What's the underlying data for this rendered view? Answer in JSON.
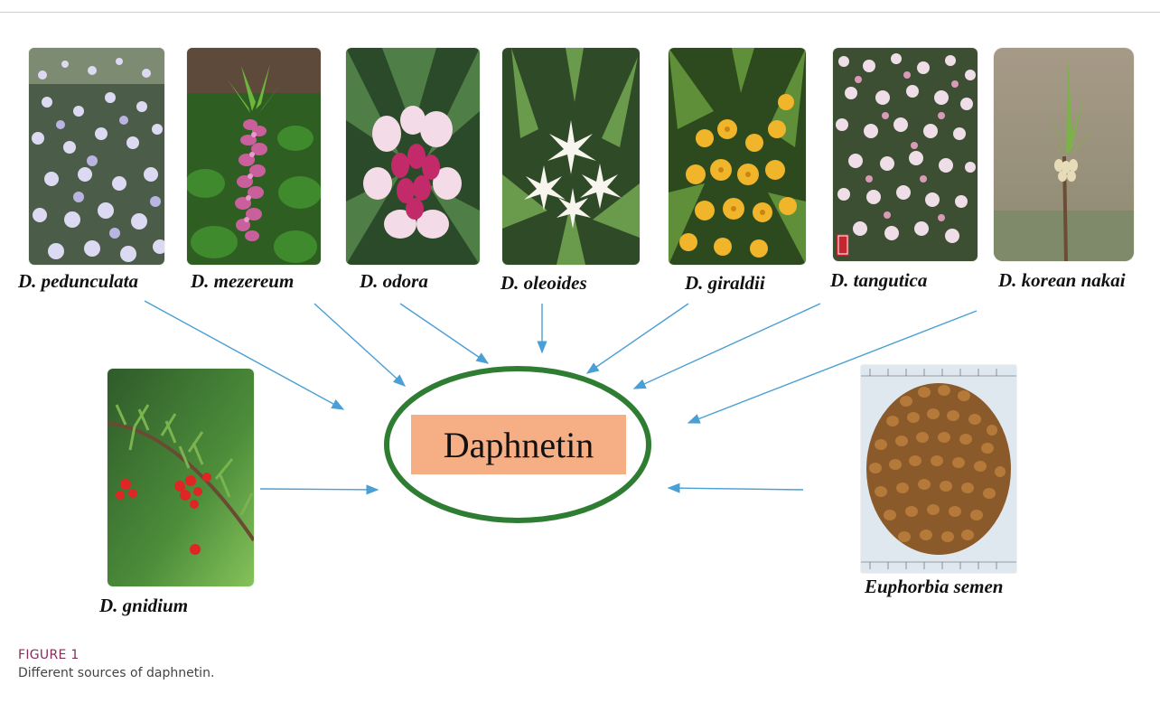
{
  "center_label": "Daphnetin",
  "sources": [
    {
      "label": "D. pedunculata",
      "icon": "lilac-flower-field-photo"
    },
    {
      "label": "D. mezereum",
      "icon": "pink-flower-spike-photo"
    },
    {
      "label": "D. odora",
      "icon": "pink-flower-cluster-photo"
    },
    {
      "label": "D. oleoides",
      "icon": "white-star-flower-photo"
    },
    {
      "label": "D. giraldii",
      "icon": "yellow-flower-photo"
    },
    {
      "label": "D. tangutica",
      "icon": "pink-white-shrub-photo"
    },
    {
      "label": "D. korean nakai",
      "icon": "green-shoot-photo"
    },
    {
      "label": "D. gnidium",
      "icon": "red-berry-branch-photo"
    },
    {
      "label": "Euphorbia semen",
      "icon": "seed-pile-photo"
    }
  ],
  "caption": {
    "figure_label": "FIGURE 1",
    "text": "Different sources of daphnetin."
  },
  "colors": {
    "arrow": "#4a9fd4",
    "ellipse": "#2f7d32",
    "center_box": "#f6ae84",
    "figure_label": "#8a2a5c"
  }
}
